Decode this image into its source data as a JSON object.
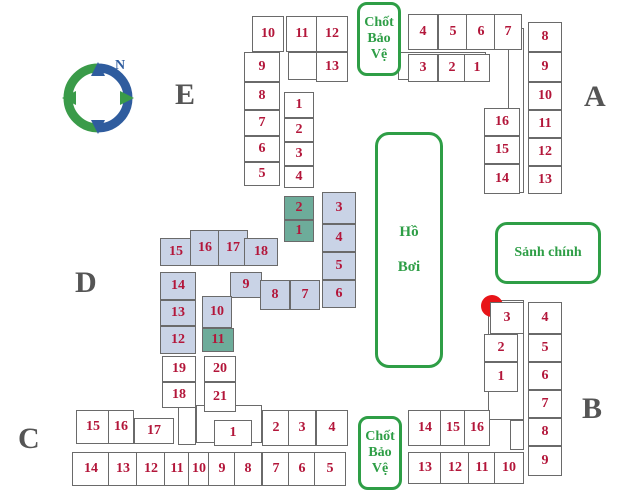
{
  "zones": {
    "A": "A",
    "B": "B",
    "C": "C",
    "D": "D",
    "E": "E"
  },
  "compass": {
    "north": "N"
  },
  "guard_top": [
    "Chốt",
    "Bảo",
    "Vệ"
  ],
  "guard_bottom": [
    "Chốt",
    "Bảo",
    "Vệ"
  ],
  "pool": [
    "Hồ",
    "Bơi"
  ],
  "lobby": "Sảnh chính",
  "colors": {
    "unit_text": "#b3163a",
    "green": "#2e9e46",
    "highlight_blue": "#c9d3e6",
    "highlight_teal": "#6dac9a",
    "marker": "#e81418"
  },
  "units": {
    "e_top": [
      "10",
      "11",
      "12"
    ],
    "e_13": "13",
    "e_left": [
      "9",
      "8",
      "7",
      "6",
      "5"
    ],
    "e_col": [
      "1",
      "2",
      "3",
      "4"
    ],
    "a_top": [
      "4",
      "5",
      "6",
      "7"
    ],
    "a_mid": [
      "3",
      "2",
      "1"
    ],
    "a_right": [
      "8",
      "9",
      "10",
      "11",
      "12",
      "13"
    ],
    "a_inner": [
      "16",
      "15",
      "14"
    ],
    "d_green": [
      "2",
      "1"
    ],
    "d_right": [
      "3",
      "4",
      "5",
      "6"
    ],
    "d_row": [
      "15",
      "16",
      "17",
      "18"
    ],
    "d_mid": [
      "9",
      "8",
      "7"
    ],
    "d_left": [
      "14",
      "13",
      "12"
    ],
    "d_col": [
      "10",
      "11"
    ],
    "d_lower": [
      "19",
      "20",
      "18",
      "21"
    ],
    "b_left": [
      "3",
      "2",
      "1"
    ],
    "b_right": [
      "4",
      "5",
      "6",
      "7",
      "8",
      "9"
    ],
    "b_bottom_top": [
      "14",
      "15",
      "16"
    ],
    "b_bottom": [
      "13",
      "12",
      "11",
      "10"
    ],
    "c_top_left": [
      "15",
      "16",
      "17"
    ],
    "c_top_right": [
      "1",
      "2",
      "3",
      "4"
    ],
    "c_bottom": [
      "14",
      "13",
      "12",
      "11",
      "10",
      "9",
      "8",
      "7",
      "6",
      "5"
    ]
  }
}
